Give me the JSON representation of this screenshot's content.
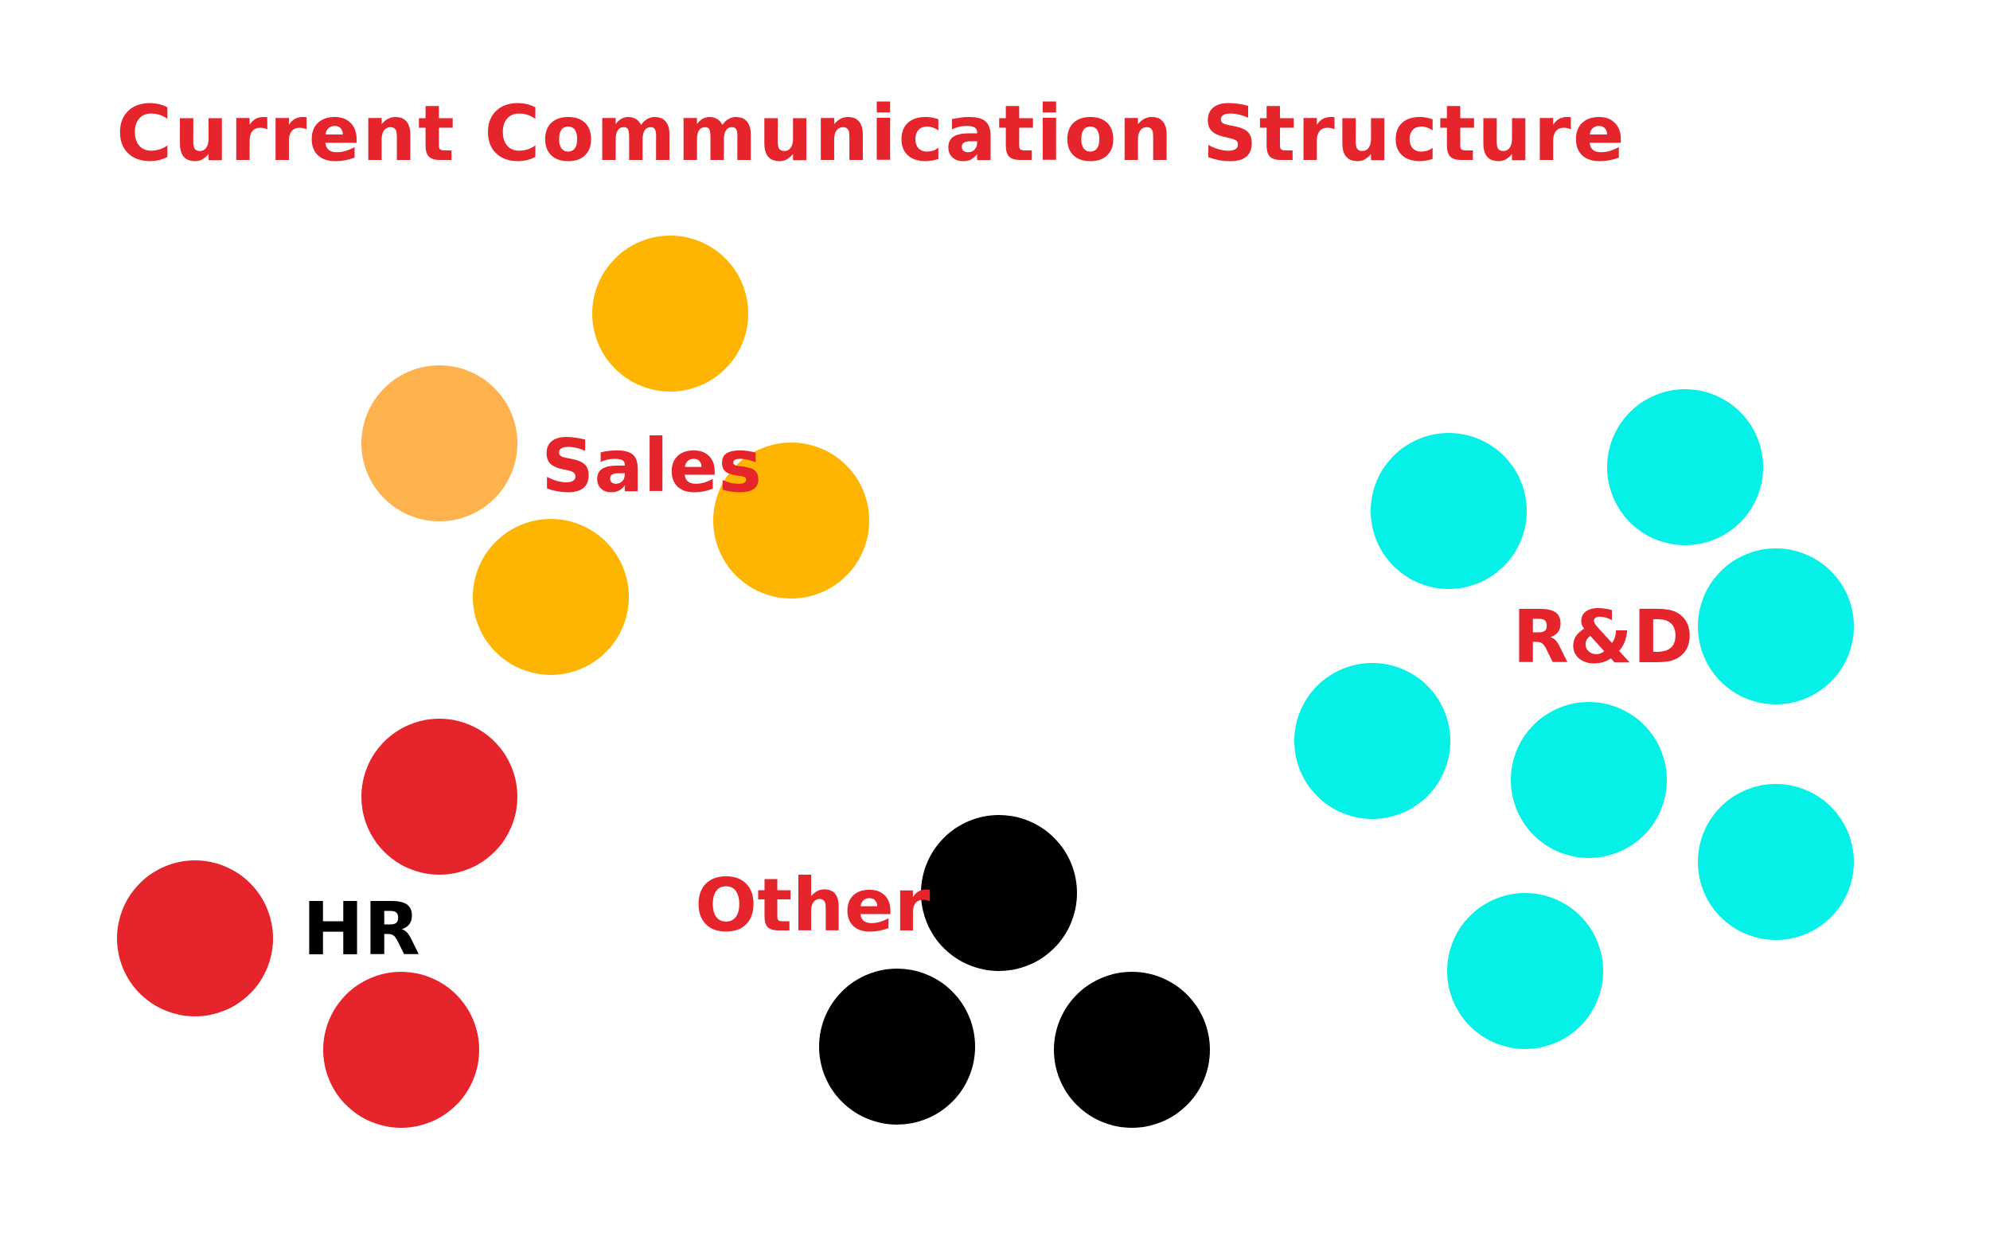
{
  "title": "Current Communication Structure",
  "colors": {
    "text_red": "#e5242c",
    "text_black": "#000000",
    "sales_amber": "#fdb502",
    "sales_light": "#fdb24d",
    "rd_cyan": "#05f0e6",
    "hr_red": "#e5242c",
    "other_black": "#000000"
  },
  "groups": [
    {
      "id": "sales",
      "label": "Sales",
      "label_color": "text_red",
      "node_count": 4
    },
    {
      "id": "rd",
      "label": "R&D",
      "label_color": "text_red",
      "node_count": 7
    },
    {
      "id": "hr",
      "label": "HR",
      "label_color": "text_black",
      "node_count": 3
    },
    {
      "id": "other",
      "label": "Other",
      "label_color": "text_red",
      "node_count": 3
    }
  ]
}
